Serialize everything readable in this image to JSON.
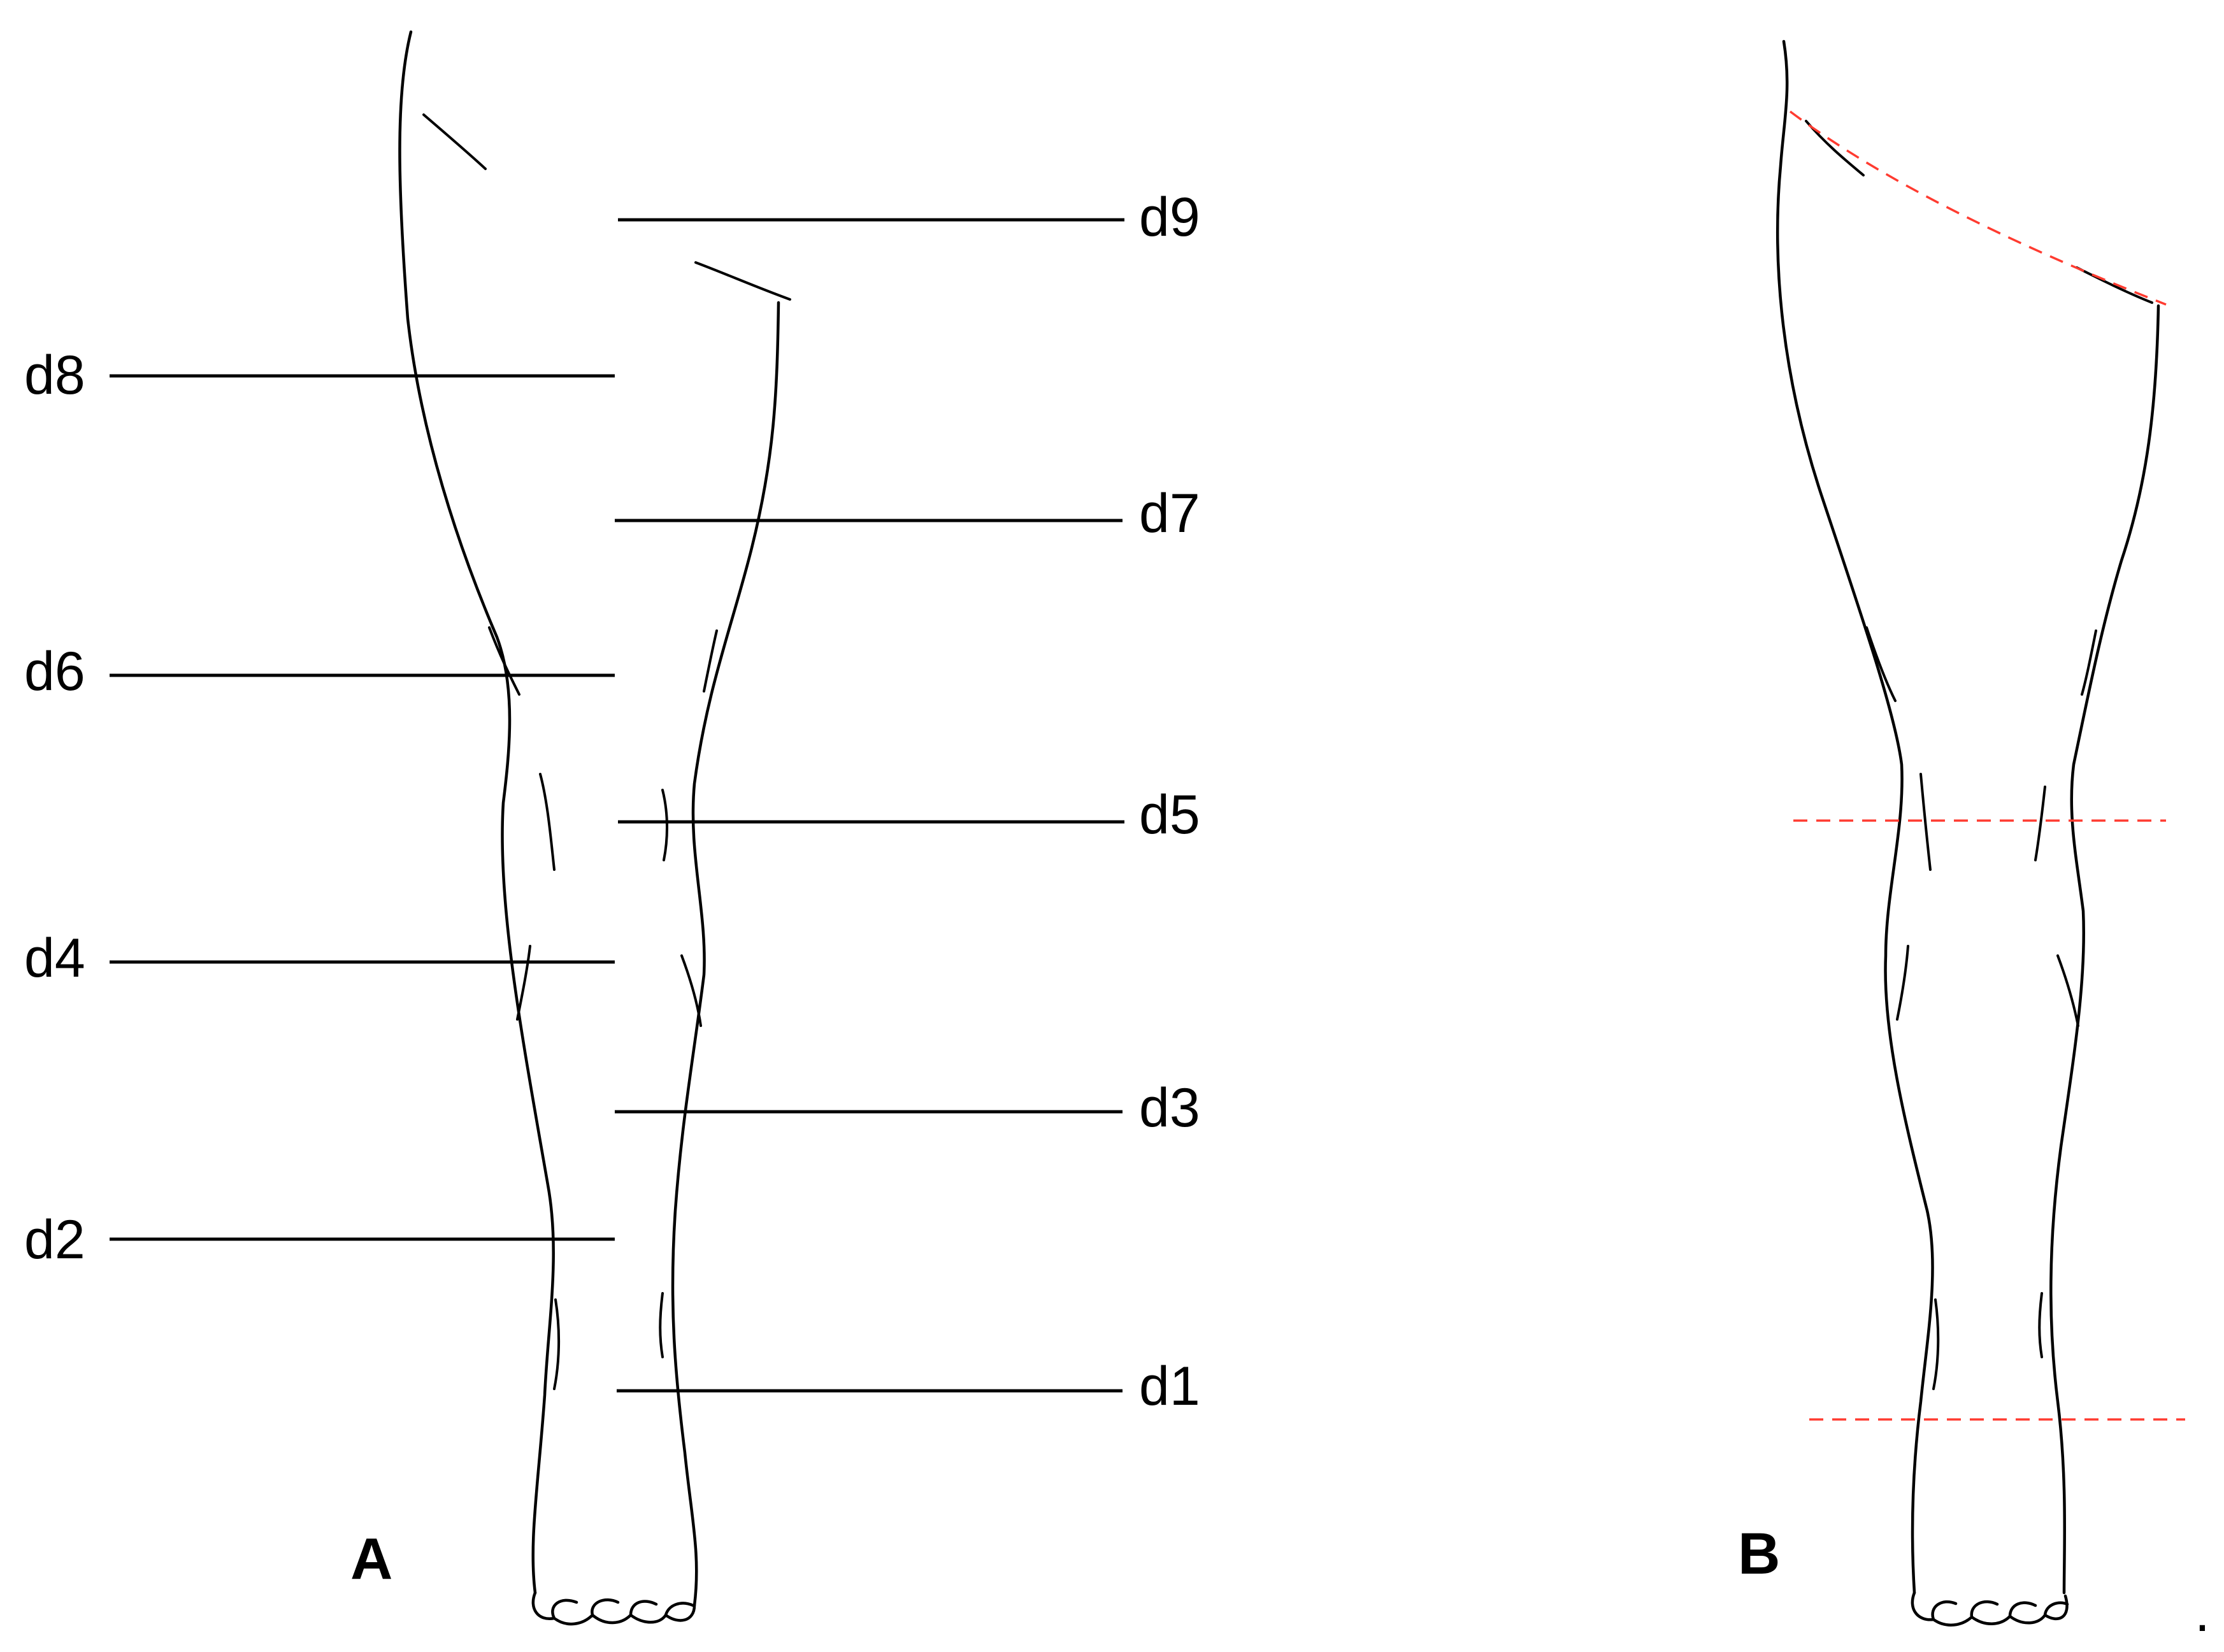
{
  "panels": {
    "a": {
      "label": "A"
    },
    "b": {
      "label": "B"
    }
  },
  "levels": [
    {
      "id": "d1",
      "label": "d1",
      "side": "right"
    },
    {
      "id": "d2",
      "label": "d2",
      "side": "left"
    },
    {
      "id": "d3",
      "label": "d3",
      "side": "right"
    },
    {
      "id": "d4",
      "label": "d4",
      "side": "left"
    },
    {
      "id": "d5",
      "label": "d5",
      "side": "right"
    },
    {
      "id": "d6",
      "label": "d6",
      "side": "left"
    },
    {
      "id": "d7",
      "label": "d7",
      "side": "right"
    },
    {
      "id": "d8",
      "label": "d8",
      "side": "left"
    },
    {
      "id": "d9",
      "label": "d9",
      "side": "right"
    }
  ],
  "trailing_mark": ".",
  "colors": {
    "outline": "#000000",
    "dashed_reference": "#ff3b30"
  }
}
